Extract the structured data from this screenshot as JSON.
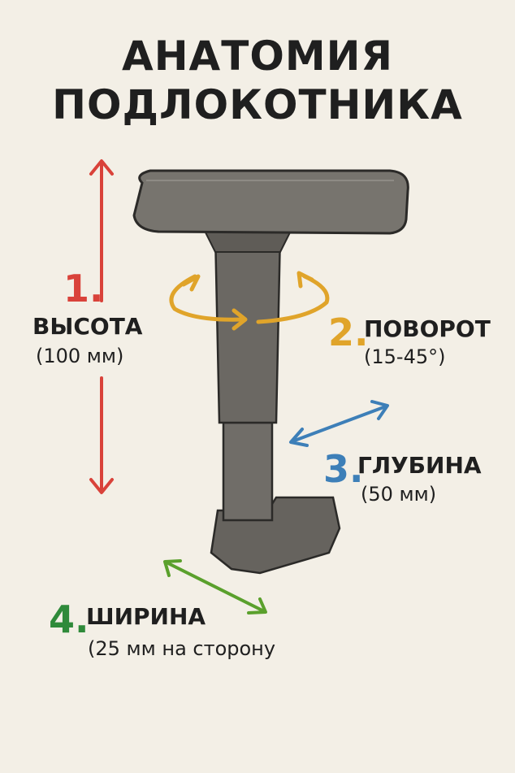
{
  "title": {
    "line1": "АНАТОМИЯ",
    "line2": "ПОДЛОКОТНИКА"
  },
  "features": [
    {
      "number": "1.",
      "label": "ВЫСОТА",
      "detail": "(100 мм)",
      "color": "#d9423a"
    },
    {
      "number": "2.",
      "label": "ПОВОРОТ",
      "detail": "(15-45°)",
      "color": "#e0a42a"
    },
    {
      "number": "3.",
      "label": "ГЛУБИНА",
      "detail": "(50 мм)",
      "color": "#3d7fb8"
    },
    {
      "number": "4.",
      "label": "ШИРИНА",
      "detail": "(25 мм на сторону",
      "color": "#2f8a3a"
    }
  ]
}
